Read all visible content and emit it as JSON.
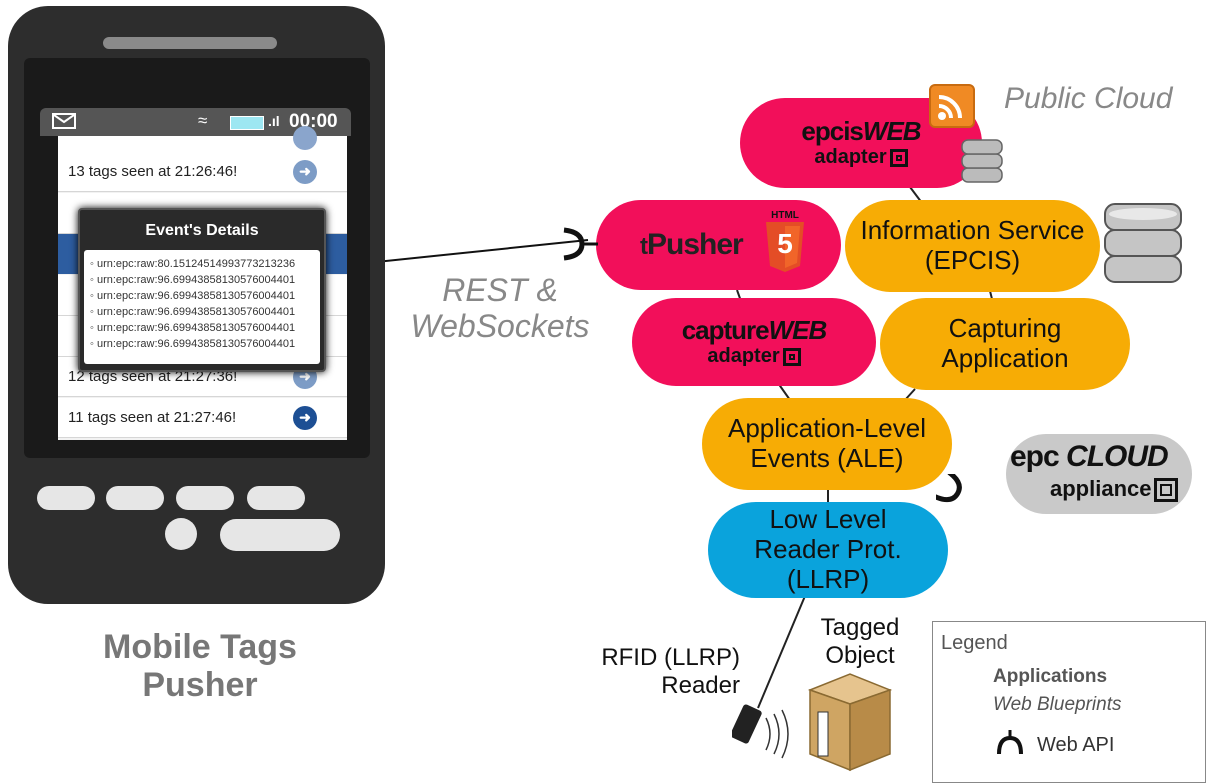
{
  "phone": {
    "status_time": "00:00",
    "list_rows": [
      "13 tags seen at 21:26:46!",
      "12 tags seen at 21:27:36!",
      "11 tags seen at 21:27:46!"
    ],
    "popup": {
      "title": "Event's Details",
      "urns": [
        "urn:epc:raw:80.15124514993773213236",
        "urn:epc:raw:96.69943858130576004401",
        "urn:epc:raw:96.69943858130576004401",
        "urn:epc:raw:96.69943858130576004401",
        "urn:epc:raw:96.69943858130576004401",
        "urn:epc:raw:96.69943858130576004401"
      ]
    },
    "caption_line1": "Mobile Tags",
    "caption_line2": "Pusher"
  },
  "connection_label_line1": "REST &",
  "connection_label_line2": "WebSockets",
  "cloud": {
    "title": "Public Cloud",
    "epcis_adapter": {
      "top_a": "epcis",
      "top_b": "WEB",
      "bottom": "adapter"
    },
    "tpusher": {
      "label_t": "t",
      "label_rest": "Pusher",
      "html5_text": "HTML",
      "html5_num": "5"
    },
    "information_service": {
      "line1": "Information Service",
      "line2": "(EPCIS)"
    },
    "capture_adapter": {
      "top_a": "capture",
      "top_b": "WEB",
      "bottom": "adapter"
    },
    "capturing_application": {
      "line1": "Capturing",
      "line2": "Application"
    },
    "ale": {
      "line1": "Application-Level",
      "line2": "Events (ALE)"
    },
    "llrp": {
      "line1": "Low Level",
      "line2": "Reader Prot.",
      "line3": "(LLRP)"
    },
    "appliance": {
      "top_a": "epc",
      "top_b": "CLOUD",
      "bottom": "appliance"
    }
  },
  "reader_label_line1": "RFID (LLRP)",
  "reader_label_line2": "Reader",
  "tagged_object_line1": "Tagged",
  "tagged_object_line2": "Object",
  "legend": {
    "title": "Legend",
    "applications": "Applications",
    "web_blueprints": "Web Blueprints",
    "web_api": "Web API"
  },
  "colors": {
    "application": "#f7ac05",
    "web_blueprint": "#f20f5a",
    "llrp": "#0aa3dc",
    "cloud_bg": "#d6d6d6",
    "phone_body": "#2d2d2d"
  }
}
